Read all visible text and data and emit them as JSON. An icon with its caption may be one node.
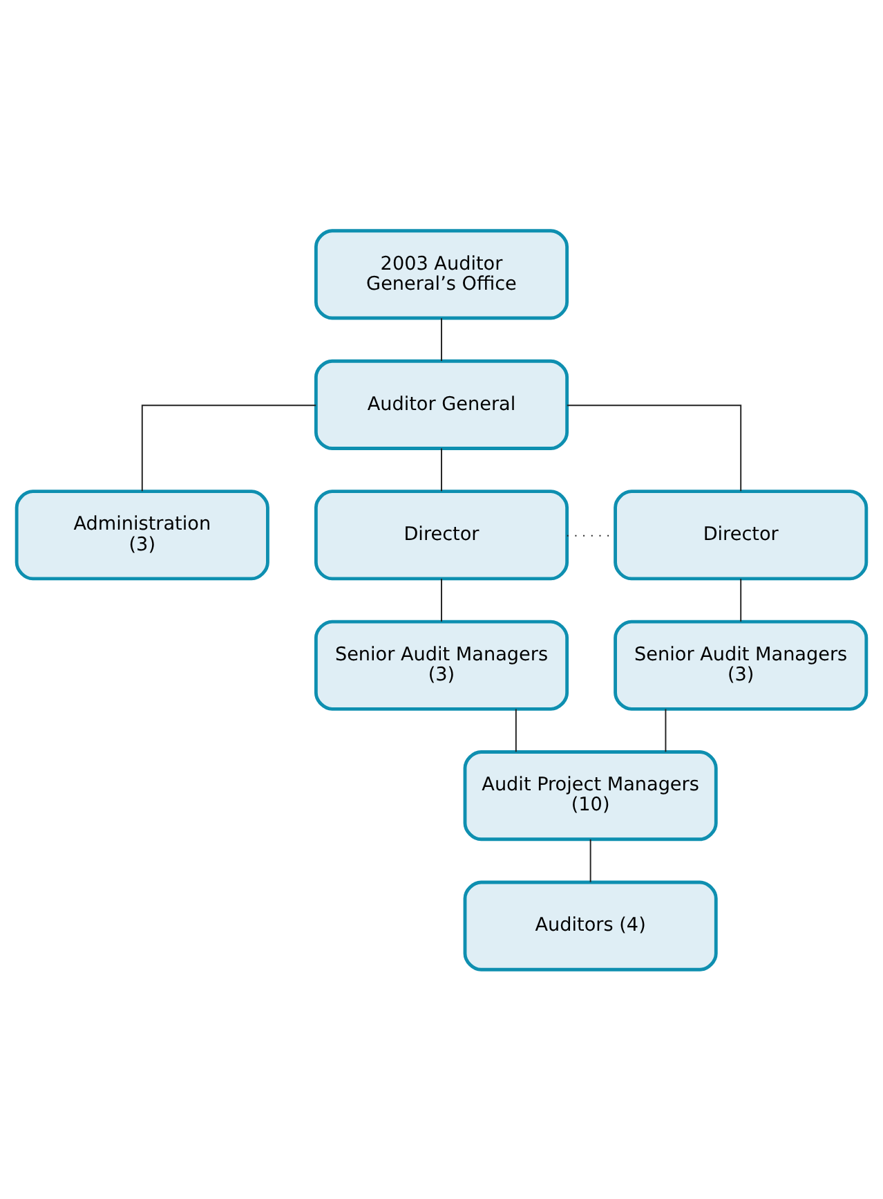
{
  "diagram": {
    "nodes": [
      {
        "text": [
          "2003 Auditor General’s Office"
        ]
      },
      {
        "text": [
          "Auditor General"
        ]
      },
      {
        "text": [
          "Administration (3)"
        ]
      },
      {
        "text": [
          "Director"
        ]
      },
      {
        "text": [
          "Director"
        ]
      },
      {
        "text": [
          "Senior Audit Managers (3)"
        ]
      },
      {
        "text": [
          "Senior Audit Managers (3)"
        ]
      },
      {
        "text": [
          "Audit Project Managers (10)"
        ]
      },
      {
        "text": [
          "Auditors (4)"
        ]
      }
    ],
    "edges": [
      {
        "from": 0,
        "to": 1,
        "arrow": "none"
      },
      {
        "from": 1,
        "to": 2,
        "arrow": "none"
      },
      {
        "from": 1,
        "to": 3,
        "arrow": "none"
      },
      {
        "from": 1,
        "to": 4,
        "arrow": "none"
      },
      {
        "from": 3,
        "to": 4,
        "arrow": "none",
        "style": "dashed"
      },
      {
        "from": 3,
        "to": 5,
        "arrow": "none"
      },
      {
        "from": 4,
        "to": 6,
        "arrow": "none"
      },
      {
        "from": 5,
        "to": 7,
        "arrow": "none"
      },
      {
        "from": 6,
        "to": 7,
        "arrow": "none"
      },
      {
        "from": 7,
        "to": 8,
        "arrow": "none"
      }
    ]
  }
}
